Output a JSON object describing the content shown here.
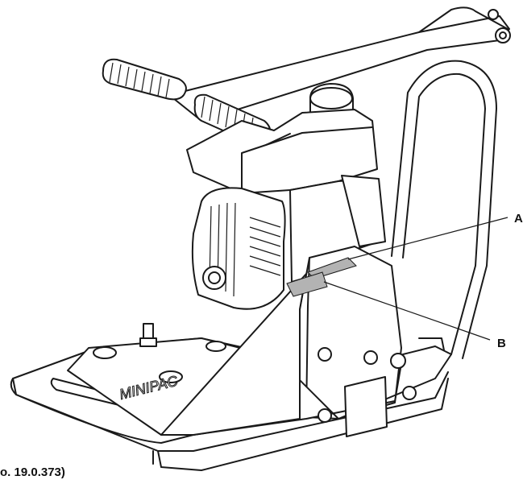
{
  "callouts": {
    "a": "A",
    "b": "B"
  },
  "caption": "o. 19.0.373)",
  "embossed_text": "MINIPAC",
  "colors": {
    "line": "#1a1a1a",
    "fill": "#ffffff",
    "decal": "#b3b3b3"
  }
}
